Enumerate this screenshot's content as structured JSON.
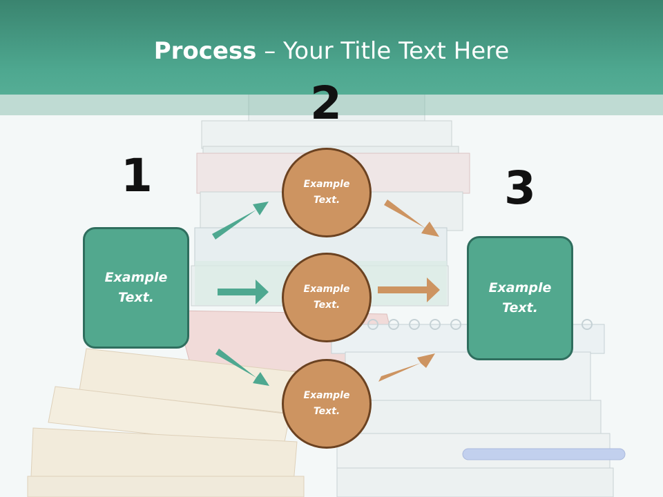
{
  "title": {
    "bold": "Process",
    "rest": " – Your Title Text Here"
  },
  "steps": [
    {
      "number": "1",
      "text": "Example Text."
    },
    {
      "number": "2"
    },
    {
      "number": "3",
      "text": "Example Text."
    }
  ],
  "circles": [
    {
      "text": "Example Text."
    },
    {
      "text": "Example Text."
    },
    {
      "text": "Example Text."
    }
  ],
  "colors": {
    "header": "#4ea890",
    "box_fill": "#52a88e",
    "box_border": "#2f6e5e",
    "circle_fill": "#cd9461",
    "circle_border": "#6b4221",
    "arrow_green": "#4ea890",
    "arrow_orange": "#cd9461"
  }
}
